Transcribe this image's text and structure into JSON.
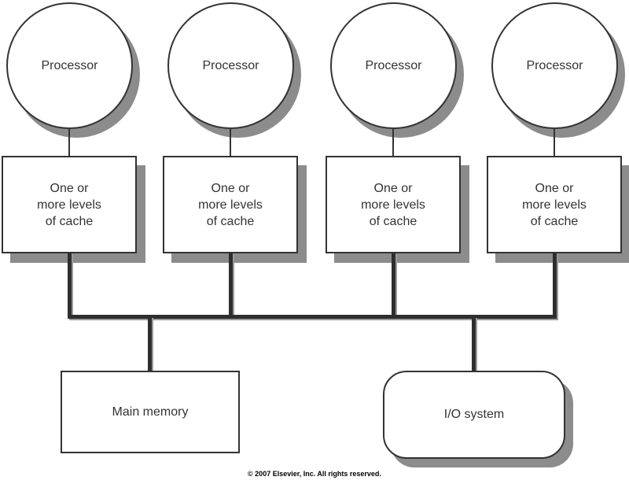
{
  "columns": [
    {
      "processor_label": "Processor",
      "cache_lines": [
        "One or",
        "more levels",
        "of cache"
      ]
    },
    {
      "processor_label": "Processor",
      "cache_lines": [
        "One or",
        "more levels",
        "of cache"
      ]
    },
    {
      "processor_label": "Processor",
      "cache_lines": [
        "One or",
        "more levels",
        "of cache"
      ]
    },
    {
      "processor_label": "Processor",
      "cache_lines": [
        "One or",
        "more levels",
        "of cache"
      ]
    }
  ],
  "memory": {
    "label": "Main memory"
  },
  "io": {
    "label": "I/O system"
  },
  "footer": {
    "copyright": "© 2007 Elsevier, Inc. All rights reserved."
  },
  "colors": {
    "line": "#333333",
    "thickline": "#2e2e2e",
    "shadow": "#8c8c8c",
    "lineshadow": "#9a9a9a",
    "text": "#333333",
    "bg": "#ffffff"
  }
}
